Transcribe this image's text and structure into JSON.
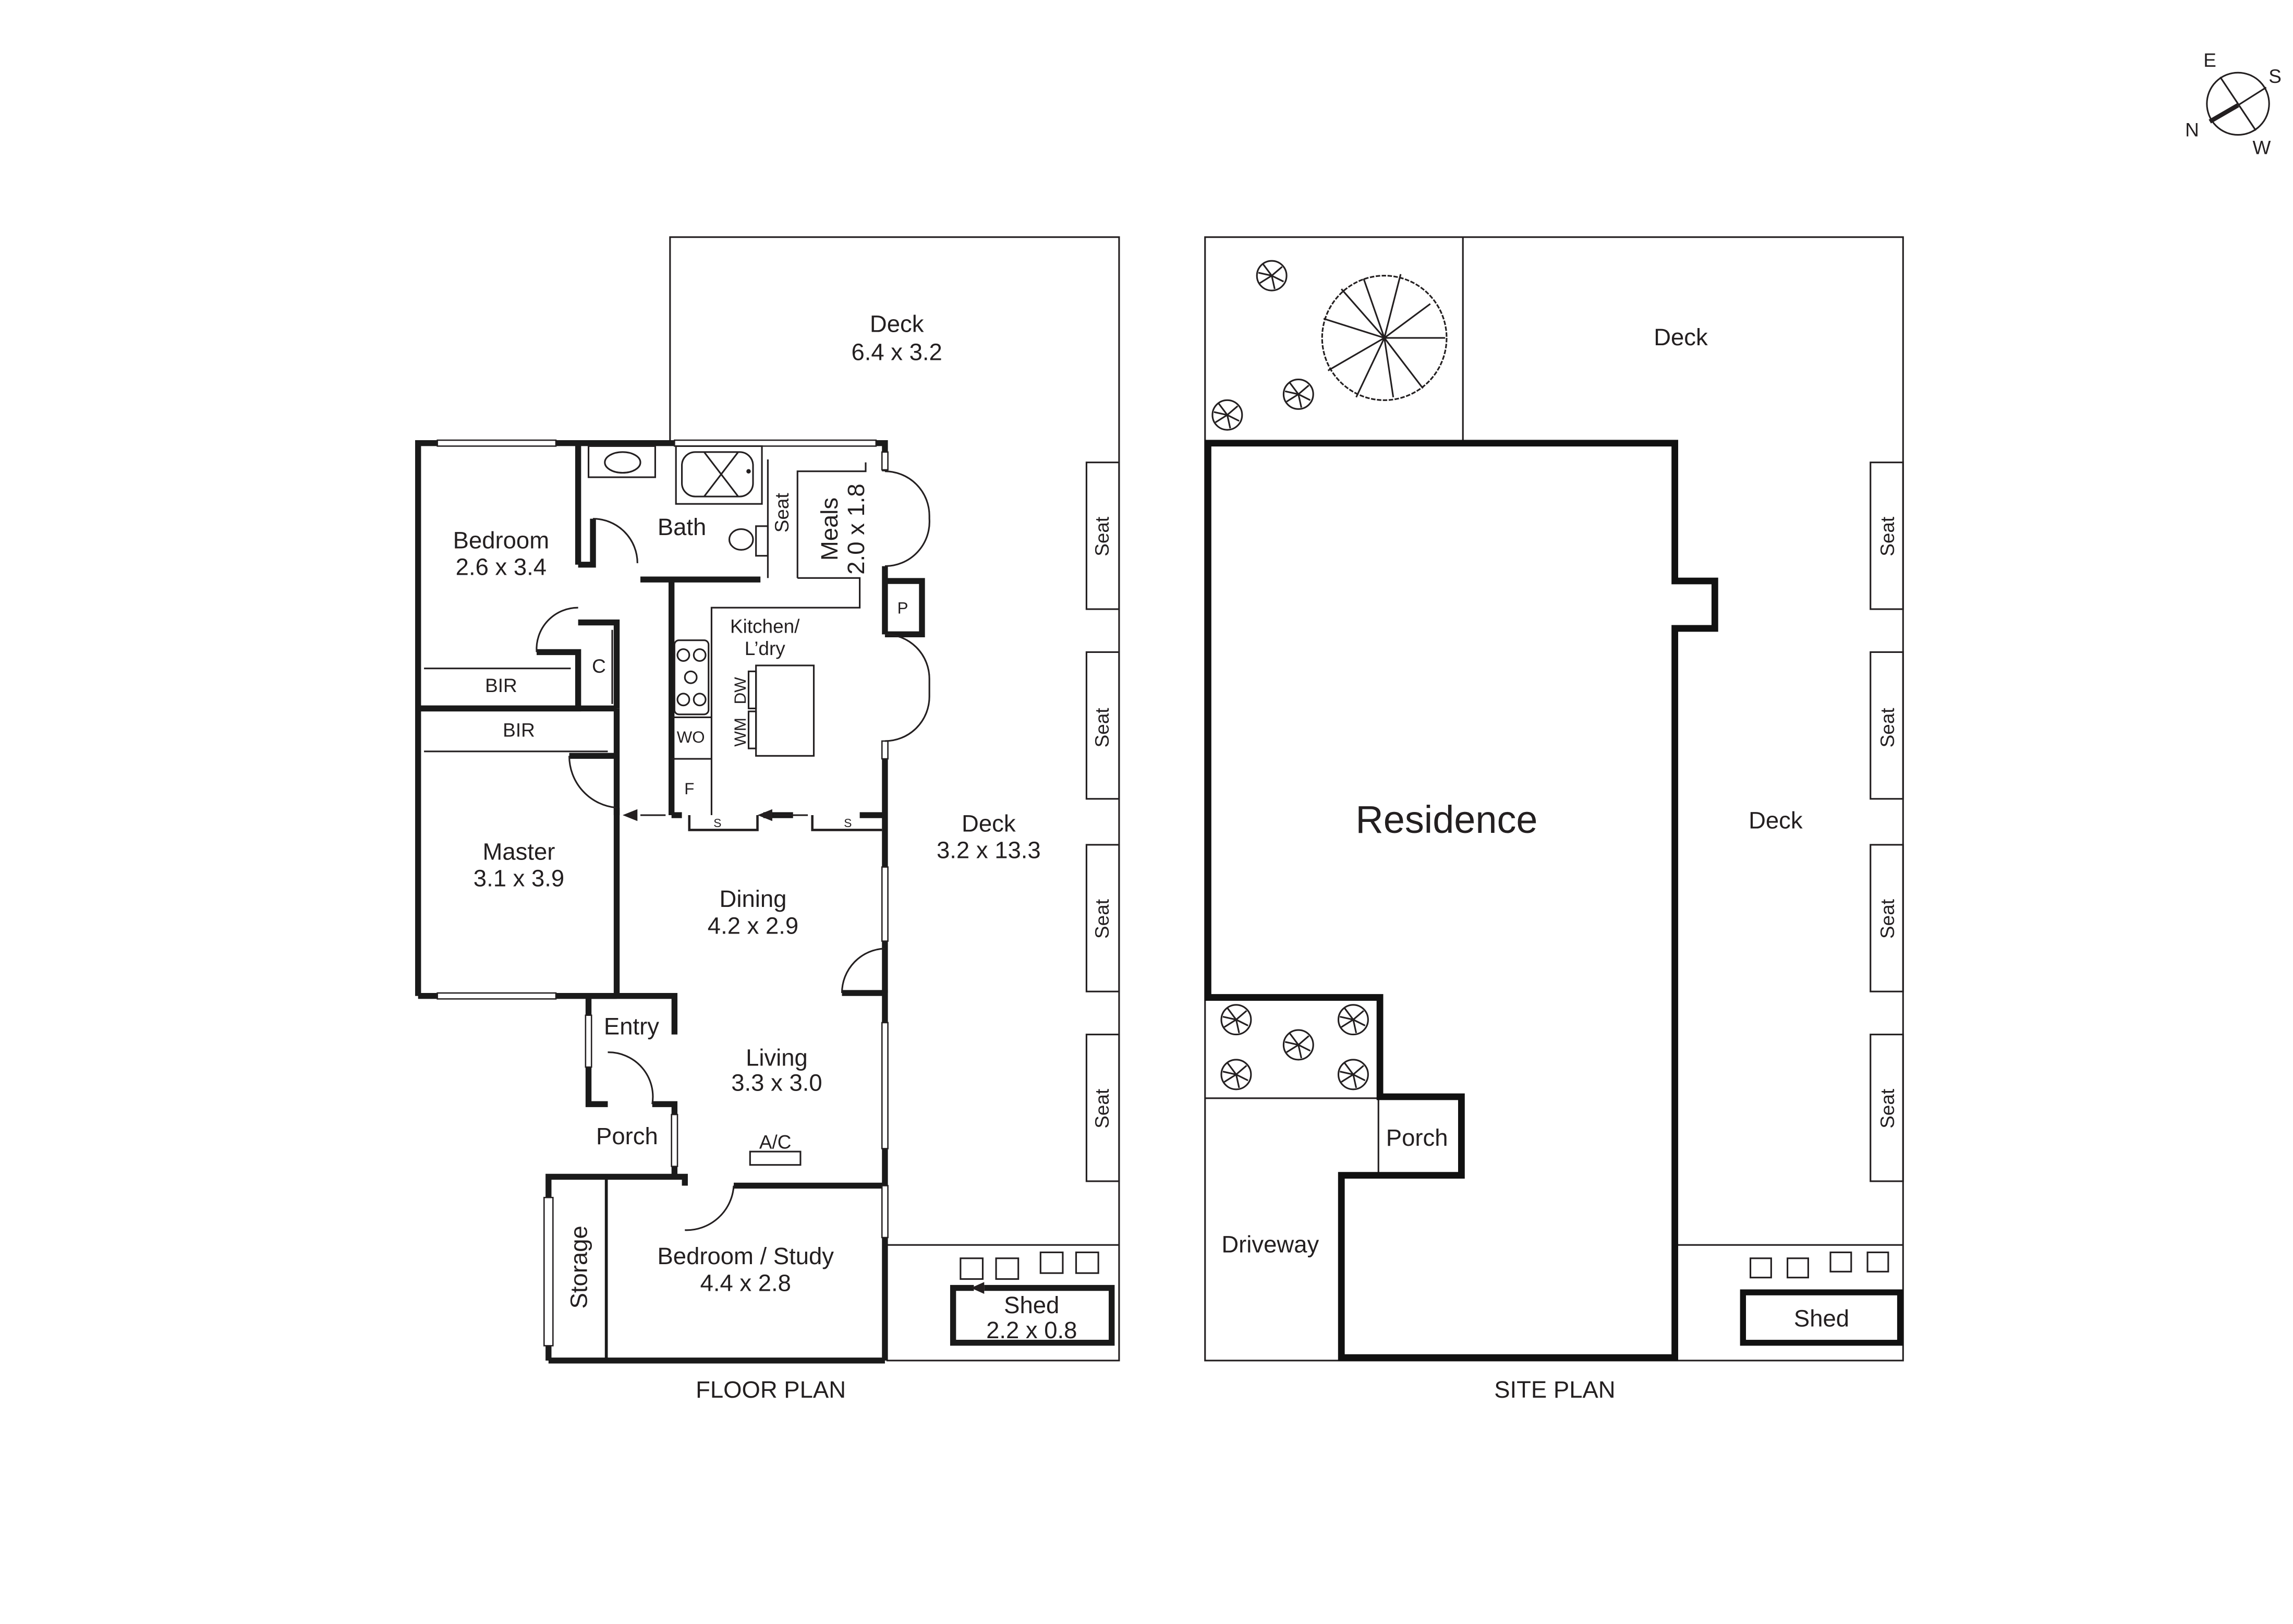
{
  "compass": {
    "labels": {
      "north": "N",
      "east": "E",
      "south": "S",
      "west": "W"
    }
  },
  "floor_plan": {
    "title": "FLOOR PLAN",
    "rooms": {
      "deck_top": {
        "name": "Deck",
        "dims": "6.4 x 3.2"
      },
      "bedroom": {
        "name": "Bedroom",
        "dims": "2.6 x 3.4"
      },
      "bath": {
        "name": "Bath"
      },
      "seat_bath": {
        "name": "Seat"
      },
      "meals": {
        "name": "Meals",
        "dims": "2.0 x 1.8"
      },
      "pantry": {
        "name": "P"
      },
      "kitchen": {
        "name": "Kitchen/",
        "name2": "L’dry"
      },
      "linen": {
        "name": "C"
      },
      "bir1": {
        "name": "BIR"
      },
      "bir2": {
        "name": "BIR"
      },
      "dw": {
        "name": "DW"
      },
      "wm": {
        "name": "WM"
      },
      "wo": {
        "name": "WO"
      },
      "fridge": {
        "name": "F"
      },
      "slider1": {
        "name": "S"
      },
      "slider2": {
        "name": "S"
      },
      "master": {
        "name": "Master",
        "dims": "3.1 x 3.9"
      },
      "dining": {
        "name": "Dining",
        "dims": "4.2 x 2.9"
      },
      "deck_side": {
        "name": "Deck",
        "dims": "3.2 x 13.3"
      },
      "entry": {
        "name": "Entry"
      },
      "living": {
        "name": "Living",
        "dims": "3.3 x 3.0"
      },
      "porch": {
        "name": "Porch"
      },
      "ac": {
        "name": "A/C"
      },
      "storage": {
        "name": "Storage"
      },
      "bedroom_study": {
        "name": "Bedroom / Study",
        "dims": "4.4 x 2.8"
      },
      "shed": {
        "name": "Shed",
        "dims": "2.2 x 0.8"
      }
    },
    "seats": [
      "Seat",
      "Seat",
      "Seat",
      "Seat"
    ]
  },
  "site_plan": {
    "title": "SITE PLAN",
    "labels": {
      "deck_top": "Deck",
      "residence": "Residence",
      "deck_side": "Deck",
      "porch": "Porch",
      "driveway": "Driveway",
      "shed": "Shed"
    },
    "seats": [
      "Seat",
      "Seat",
      "Seat",
      "Seat"
    ]
  }
}
